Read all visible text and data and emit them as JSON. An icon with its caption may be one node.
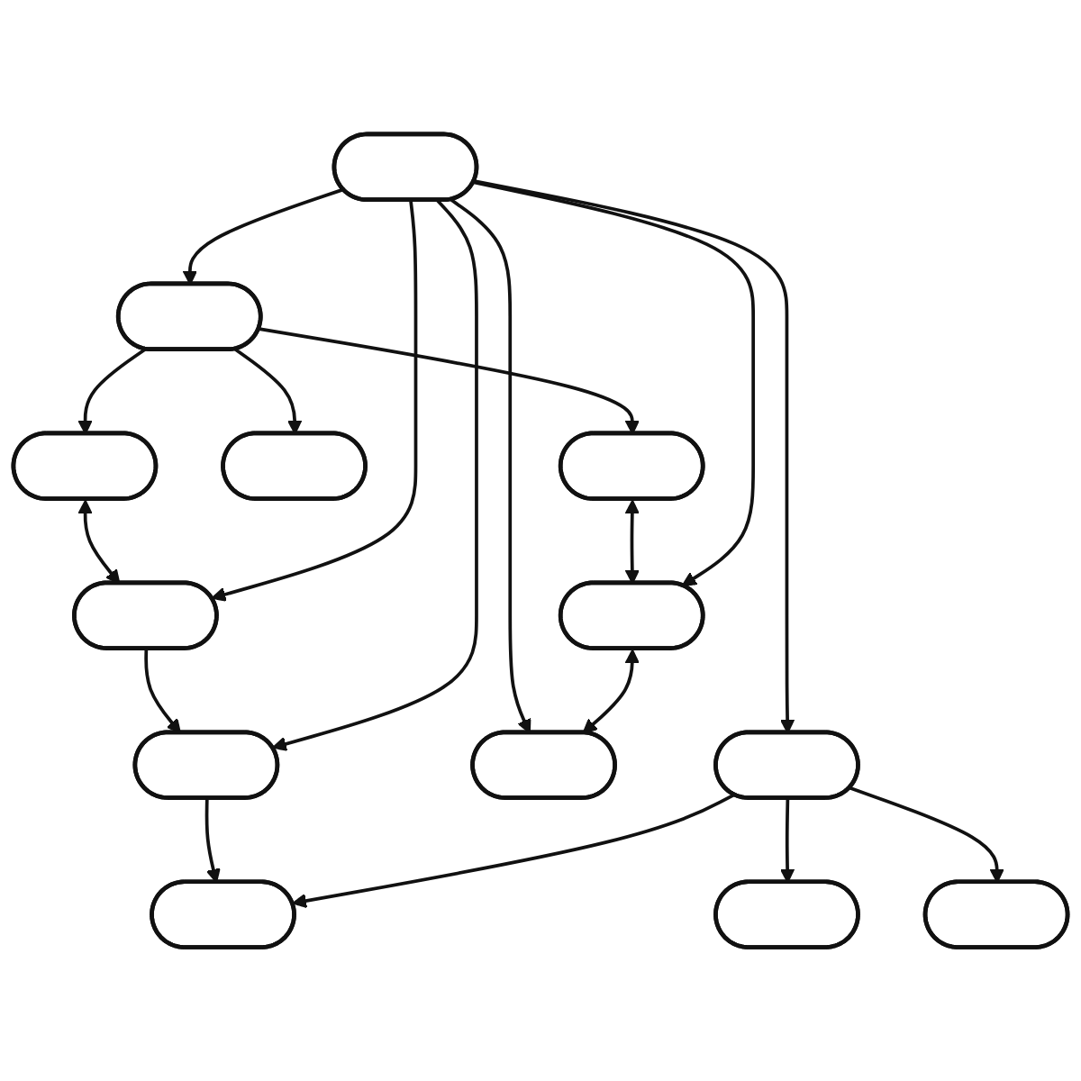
{
  "diagram": {
    "nodes": [
      {
        "text": [],
        "shape": "ellipse"
      },
      {
        "text": [],
        "shape": "ellipse"
      },
      {
        "text": [],
        "shape": "ellipse"
      },
      {
        "text": [],
        "shape": "ellipse"
      },
      {
        "text": [],
        "shape": "ellipse"
      },
      {
        "text": [],
        "shape": "ellipse"
      },
      {
        "text": [],
        "shape": "ellipse"
      },
      {
        "text": [],
        "shape": "ellipse"
      },
      {
        "text": [],
        "shape": "ellipse"
      },
      {
        "text": [],
        "shape": "ellipse"
      },
      {
        "text": [],
        "shape": "ellipse"
      },
      {
        "text": [],
        "shape": "ellipse"
      },
      {
        "text": [],
        "shape": "ellipse"
      }
    ],
    "edges": [
      {
        "from": 0,
        "to": 4,
        "arrow": "both"
      },
      {
        "from": 3,
        "to": 0,
        "arrow": "to"
      },
      {
        "from": 3,
        "to": 1,
        "arrow": "to"
      },
      {
        "from": 3,
        "to": 2,
        "arrow": "to"
      },
      {
        "from": 2,
        "to": 5,
        "arrow": "both"
      },
      {
        "from": 6,
        "to": 3,
        "arrow": "to"
      },
      {
        "from": 6,
        "to": 4,
        "arrow": "to"
      },
      {
        "from": 6,
        "to": 5,
        "arrow": "to"
      },
      {
        "from": 4,
        "to": 7,
        "arrow": "to"
      },
      {
        "from": 6,
        "to": 7,
        "arrow": "to"
      },
      {
        "from": 6,
        "to": 9,
        "arrow": "to"
      },
      {
        "from": 6,
        "to": 8,
        "arrow": "to"
      },
      {
        "from": 5,
        "to": 8,
        "arrow": "both"
      },
      {
        "from": 7,
        "to": 10,
        "arrow": "to"
      },
      {
        "from": 9,
        "to": 10,
        "arrow": "to"
      },
      {
        "from": 9,
        "to": 11,
        "arrow": "to"
      },
      {
        "from": 9,
        "to": 12,
        "arrow": "to"
      }
    ]
  }
}
